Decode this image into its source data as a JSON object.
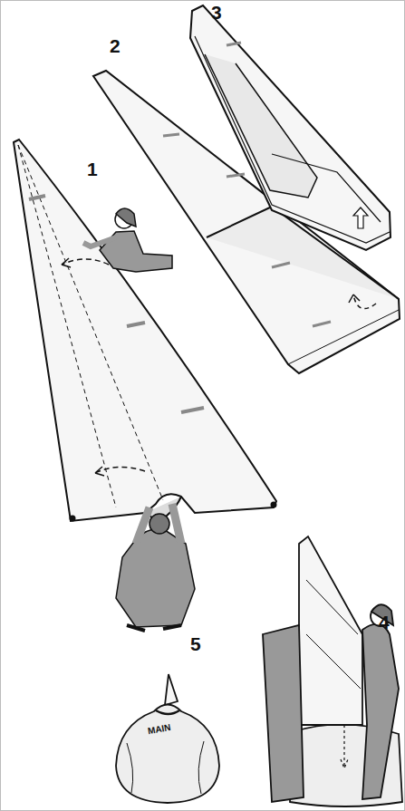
{
  "diagram": {
    "labels": [
      "1",
      "2",
      "3",
      "4",
      "5",
      "MAIN"
    ]
  }
}
